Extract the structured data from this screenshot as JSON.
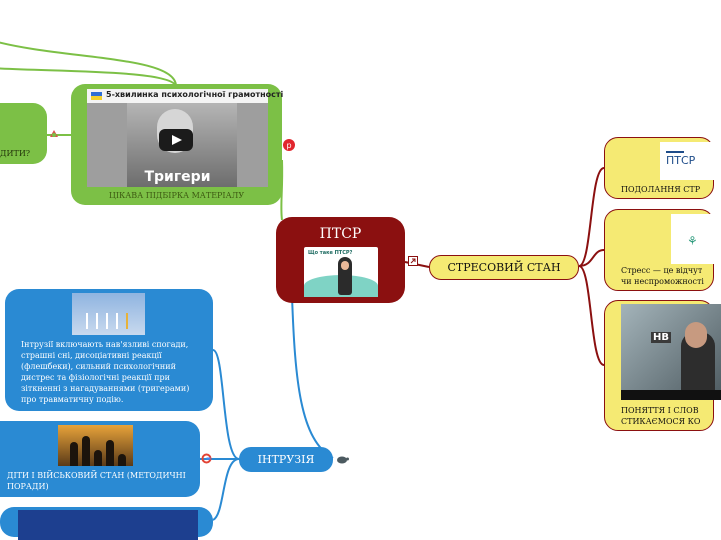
{
  "central": {
    "title": "ПТСР",
    "thumb_text": "Що таке ПТСР?"
  },
  "green": {
    "video_title": "5-хвилинка психологічної грамотності",
    "video_big_text": "Тригери",
    "caption": "ЦІКАВА ПІДБІРКА МАТЕРІАЛУ"
  },
  "green_left": {
    "label": "ДИТИ?"
  },
  "stress": {
    "label": "СТРЕСОВИЙ СТАН"
  },
  "right_nodes": {
    "y1_logo": "ПТСР",
    "y1_text": "ПОДОЛАННЯ СТР",
    "y2_text_1": "Стресс — це відчут",
    "y2_text_2": "чи неспроможності",
    "y3_badge": "НВ",
    "y3_text_1": "ПОНЯТТЯ І СЛОВ",
    "y3_text_2": "СТИКАЄМОСЯ КО"
  },
  "blue": {
    "b1_text": "Інтрузії включають нав'язливі спогади, страшні сні, дисоціативні реакції (флешбеки), сильний психологічний дистрес та фізіологічні реакції при зіткненні з нагадуваннями (тригерами) про травматичну подію.",
    "b2_text": "ДІТИ І ВІЙСЬКОВИЙ СТАН (МЕТОДИЧНІ ПОРАДИ)"
  },
  "intrusion": {
    "label": "ІНТРУЗІЯ"
  },
  "colors": {
    "central": "#8b1010",
    "green": "#7cc046",
    "yellow": "#f5ea73",
    "blue": "#2a8ad3"
  },
  "icons": [
    "pinterest-icon",
    "open-link-icon",
    "google-icon",
    "turtle-icon",
    "sticker-icon"
  ]
}
